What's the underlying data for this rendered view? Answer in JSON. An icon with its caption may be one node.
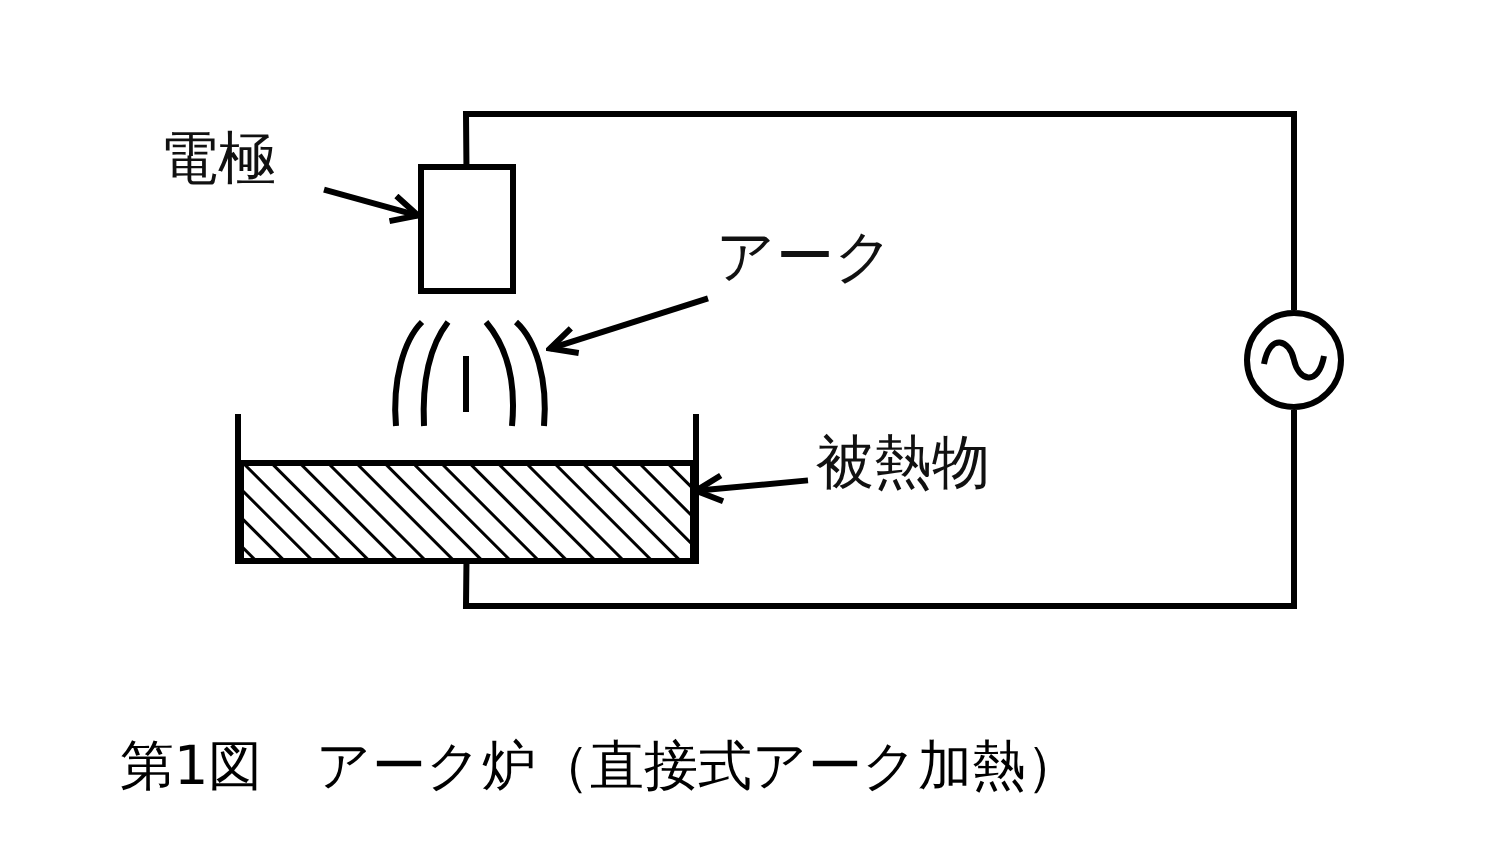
{
  "diagram": {
    "caption": "第1図　アーク炉（直接式アーク加熱）",
    "nodes": [
      {
        "text": [
          "電極"
        ]
      },
      {
        "text": [],
        "shape": "box"
      },
      {
        "text": [
          "アーク"
        ]
      },
      {
        "text": [
          "被熱物"
        ]
      },
      {
        "text": [],
        "shape": "bar"
      },
      {
        "text": [],
        "shape": "circle"
      },
      {
        "text": [],
        "shape": "arc"
      }
    ],
    "edges": [
      {
        "from": 0,
        "to": 1,
        "arrow": "to"
      },
      {
        "from": 2,
        "to": 6,
        "arrow": "to"
      },
      {
        "from": 3,
        "to": 4,
        "arrow": "to"
      },
      {
        "from": 1,
        "to": 5,
        "arrow": "none"
      },
      {
        "from": 5,
        "to": 4,
        "arrow": "none"
      }
    ]
  }
}
